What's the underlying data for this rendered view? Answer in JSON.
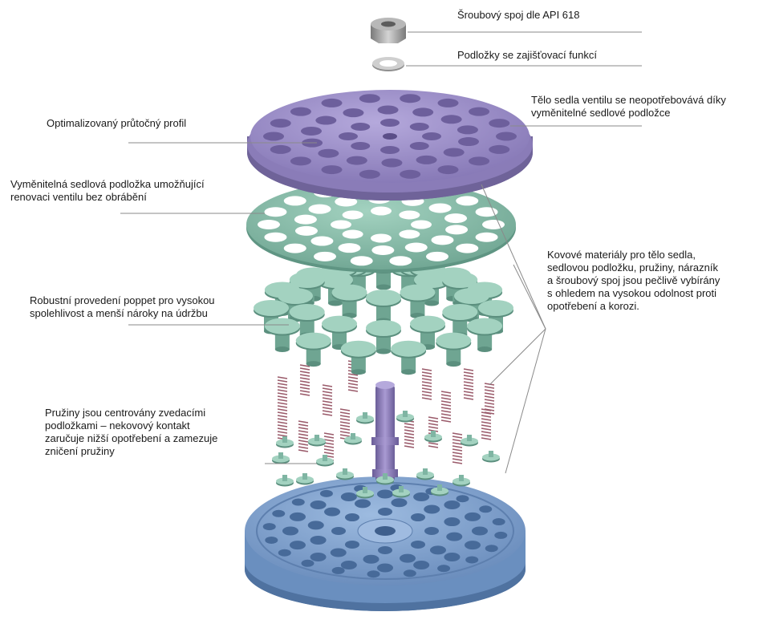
{
  "labels": {
    "bolt": "Šroubový spoj dle API 618",
    "washers": "Podložky se zajišťovací  funkcí",
    "seat_body": "Tělo sedla  ventilu se neopotřebovává díky\nvyměnitelné sedlové podložce",
    "flow_profile": "Optimalizovaný průtočný profil",
    "seat_plate": "Vyměnitelná sedlová podložka umožňující\nrenovaci ventilu bez obrábění",
    "poppets": "Robustní provedení poppet pro vysokou\nspolehlivost  a menší nároky na údržbu",
    "materials": "Kovové materiály pro tělo sedla,\nsedlovou podložku, pružiny, nárazník\na šroubový spoj jsou pečlivě vybírány\ns ohledem na vysokou odolnost proti\nopotřebení  a korozi.",
    "springs": "Pružiny jsou centrovány zvedacími\npodložkami – nekovový kontakt\nzaručuje nižší opotřebení  a zamezuje\nzničení pružiny"
  },
  "colors": {
    "purple": "#9b8ec4",
    "purple_dark": "#6f6399",
    "teal": "#7fb5a3",
    "teal_dark": "#5b8f7e",
    "blue": "#7a9cc6",
    "blue_dark": "#4f72a0",
    "spring": "#9a5a6a",
    "nut": "#9a9a9a"
  }
}
